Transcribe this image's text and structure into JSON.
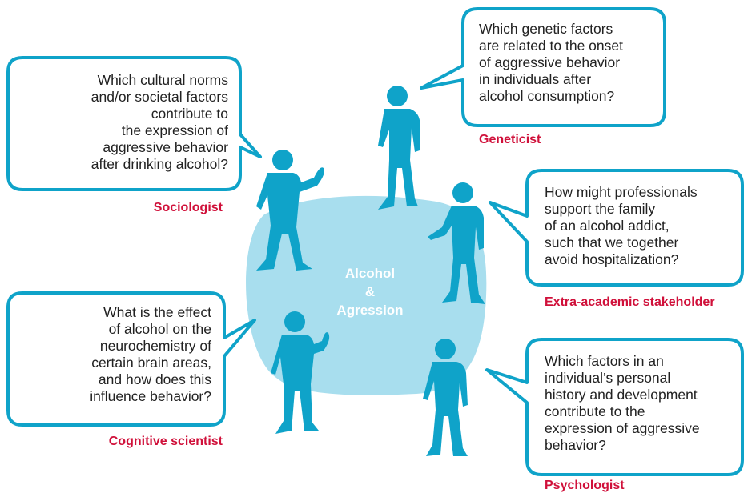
{
  "center": {
    "lines": [
      "Alcohol",
      "&",
      "Agression"
    ]
  },
  "colors": {
    "bubble_border": "#0fa3c9",
    "figure": "#0fa3c9",
    "center_blob": "#a8deee",
    "role_label": "#d0103a",
    "text": "#222222"
  },
  "perspectives": [
    {
      "id": "sociologist",
      "role": "Sociologist",
      "icon": "person-icon",
      "question_lines": [
        "Which cultural norms",
        "and/or societal factors",
        "contribute to",
        "the expression of",
        "aggressive behavior",
        "after drinking alcohol?"
      ]
    },
    {
      "id": "geneticist",
      "role": "Geneticist",
      "icon": "person-icon",
      "question_lines": [
        "Which genetic factors",
        "are related to the onset",
        "of aggressive behavior",
        "in individuals after",
        "alcohol consumption?"
      ]
    },
    {
      "id": "extra-academic-stakeholder",
      "role": "Extra-academic stakeholder",
      "icon": "person-icon",
      "question_lines": [
        "How might professionals",
        "support the family",
        "of an alcohol addict,",
        "such that we together",
        "avoid hospitalization?"
      ]
    },
    {
      "id": "cognitive-scientist",
      "role": "Cognitive scientist",
      "icon": "person-icon",
      "question_lines": [
        "What is the effect",
        "of alcohol on the",
        "neurochemistry of",
        "certain brain areas,",
        "and how does this",
        "influence behavior?"
      ]
    },
    {
      "id": "psychologist",
      "role": "Psychologist",
      "icon": "person-icon",
      "question_lines": [
        "Which factors in an",
        "individual’s personal",
        "history and development",
        "contribute to the",
        "expression of aggressive",
        "behavior?"
      ]
    }
  ]
}
